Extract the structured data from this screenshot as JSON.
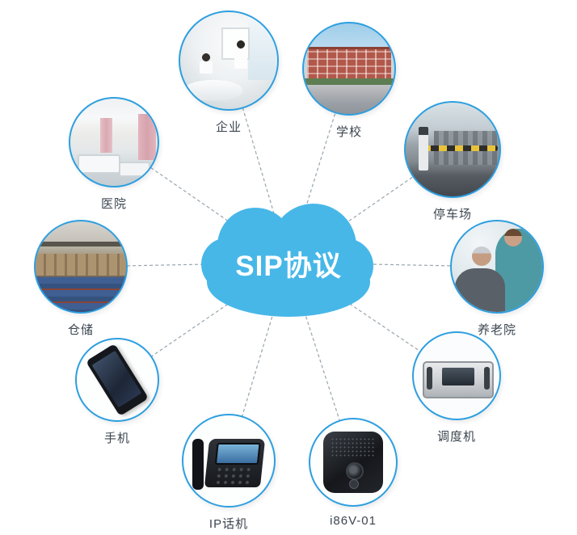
{
  "center": {
    "label": "SIP协议",
    "cloud_color": "#47b7e8",
    "text_color": "#ffffff"
  },
  "style": {
    "ring_color": "#2d9fe0",
    "line_color": "#98a5ad",
    "label_color": "#3c4650"
  },
  "nodes": [
    {
      "id": "enterprise",
      "label": "企业",
      "image": "office-meeting-photo"
    },
    {
      "id": "school",
      "label": "学校",
      "image": "school-building-photo"
    },
    {
      "id": "hospital",
      "label": "医院",
      "image": "hospital-ward-photo"
    },
    {
      "id": "parking",
      "label": "停车场",
      "image": "parking-lot-barrier-photo"
    },
    {
      "id": "warehouse",
      "label": "仓储",
      "image": "warehouse-interior-photo"
    },
    {
      "id": "nursing",
      "label": "养老院",
      "image": "nursing-home-photo"
    },
    {
      "id": "mobile",
      "label": "手机",
      "image": "smartphone-photo"
    },
    {
      "id": "dispatcher",
      "label": "调度机",
      "image": "dispatch-console-photo"
    },
    {
      "id": "ipphone",
      "label": "IP话机",
      "image": "ip-phone-photo"
    },
    {
      "id": "i86v",
      "label": "i86V-01",
      "image": "intercom-device-photo"
    }
  ]
}
